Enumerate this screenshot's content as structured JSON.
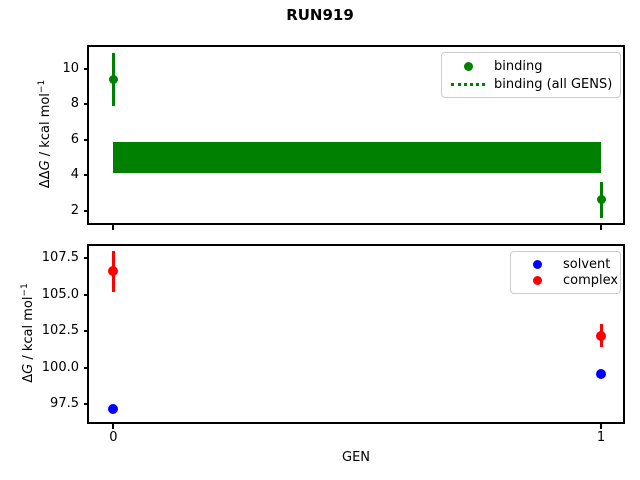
{
  "title": "RUN919",
  "xlabel": "GEN",
  "colors": {
    "binding": "#008000",
    "solvent": "#0000ff",
    "complex": "#ff0000",
    "spine": "#000000"
  },
  "chart_data": [
    {
      "type": "scatter",
      "title": "",
      "xlabel": "",
      "ylabel": "ΔΔG / kcal mol−1",
      "ylabel_parts": {
        "prefix": "ΔΔ",
        "var": "G",
        "unit": " / kcal mol",
        "sup": "−1"
      },
      "xlim": [
        -0.05,
        1.045
      ],
      "ylim": [
        1.3,
        11.3
      ],
      "xticks": [
        0,
        1
      ],
      "xticklabels": [],
      "yticks": [
        2,
        4,
        6,
        8,
        10
      ],
      "yticklabels": [
        "2",
        "4",
        "6",
        "8",
        "10"
      ],
      "grid": false,
      "legend_position": "upper right",
      "series": [
        {
          "name": "binding",
          "color": "#008000",
          "marker": "circle",
          "x": [
            0,
            1
          ],
          "y": [
            9.4,
            2.6
          ],
          "yerr": [
            1.5,
            1.0
          ]
        }
      ],
      "band": {
        "name": "binding (all GENS)",
        "color": "#008000",
        "x_range": [
          0,
          1
        ],
        "y_min": 4.1,
        "y_max": 5.9
      },
      "legend": [
        {
          "label": "binding",
          "handle": "dot",
          "color": "#008000"
        },
        {
          "label": "binding (all GENS)",
          "handle": "dotted-line",
          "color": "#008000"
        }
      ]
    },
    {
      "type": "scatter",
      "title": "",
      "xlabel": "GEN",
      "ylabel": "ΔG / kcal mol−1",
      "ylabel_parts": {
        "prefix": "Δ",
        "var": "G",
        "unit": " / kcal mol",
        "sup": "−1"
      },
      "xlim": [
        -0.05,
        1.045
      ],
      "ylim": [
        96.3,
        108.4
      ],
      "xticks": [
        0,
        1
      ],
      "xticklabels": [
        "0",
        "1"
      ],
      "yticks": [
        97.5,
        100.0,
        102.5,
        105.0,
        107.5
      ],
      "yticklabels": [
        "97.5",
        "100.0",
        "102.5",
        "105.0",
        "107.5"
      ],
      "grid": false,
      "legend_position": "upper right",
      "series": [
        {
          "name": "solvent",
          "color": "#0000ff",
          "marker": "circle",
          "x": [
            0,
            1
          ],
          "y": [
            97.2,
            99.55
          ],
          "yerr": [
            0.1,
            0.1
          ]
        },
        {
          "name": "complex",
          "color": "#ff0000",
          "marker": "circle",
          "x": [
            0,
            1
          ],
          "y": [
            106.6,
            102.2
          ],
          "yerr": [
            1.4,
            0.8
          ]
        }
      ],
      "legend": [
        {
          "label": "solvent",
          "handle": "dot",
          "color": "#0000ff"
        },
        {
          "label": "complex",
          "handle": "dot",
          "color": "#ff0000"
        }
      ]
    }
  ]
}
